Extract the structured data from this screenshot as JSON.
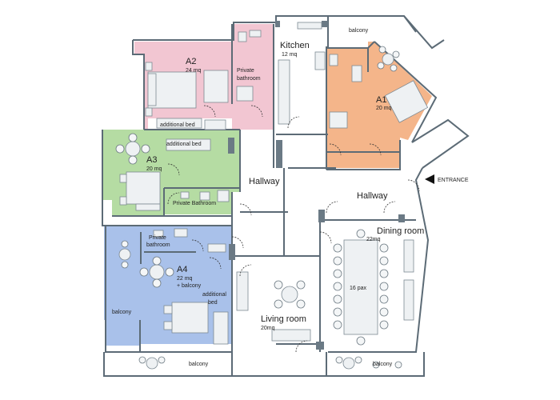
{
  "rooms": {
    "a2": {
      "name": "A2",
      "area": "24 mq",
      "color": "#f2c6d2"
    },
    "private_bathroom_a2": {
      "line1": "Private",
      "line2": "bathroom"
    },
    "kitchen": {
      "name": "Kitchen",
      "area": "12 mq"
    },
    "balcony_top": {
      "name": "balcony"
    },
    "a1": {
      "name": "A1",
      "area": "20 mq",
      "color": "#f4b58a"
    },
    "additional_bed_a2": {
      "name": "additional bed"
    },
    "additional_bed_a3": {
      "name": "additional bed"
    },
    "a3": {
      "name": "A3",
      "area": "20 mq",
      "color": "#b5dca3"
    },
    "private_bathroom_a3": {
      "name": "Private Bathroom"
    },
    "hallway_left": {
      "name": "Hallway"
    },
    "hallway_right": {
      "name": "Hallway"
    },
    "entrance": {
      "name": "ENTRANCE"
    },
    "private_bathroom_a4": {
      "line1": "Private",
      "line2": "bathroom"
    },
    "dining_room": {
      "name": "Dining room",
      "area": "22mq"
    },
    "a4": {
      "name": "A4",
      "area": "22 mq",
      "extra": "+ balcony",
      "color": "#a9c1ea"
    },
    "additional_bed_a4": {
      "line1": "additional",
      "line2": "bed"
    },
    "table_capacity": {
      "name": "16 pax"
    },
    "balcony_left": {
      "name": "balcony"
    },
    "living_room": {
      "name": "Living room",
      "area": "20mq"
    },
    "balcony_bottom_left": {
      "name": "balcony"
    },
    "balcony_bottom_right": {
      "name": "balcony"
    }
  },
  "colors": {
    "wall": "#6b7a85",
    "floor": "#ffffff",
    "a1": "#f4b58a",
    "a2": "#f2c6d2",
    "a3": "#b5dca3",
    "a4": "#a9c1ea",
    "bath_a3": "#b5dca3"
  },
  "icons": [
    "entrance-arrow-icon",
    "bed-icon",
    "table-icon",
    "chair-icon",
    "toilet-icon",
    "shower-icon",
    "door-swing-icon"
  ]
}
